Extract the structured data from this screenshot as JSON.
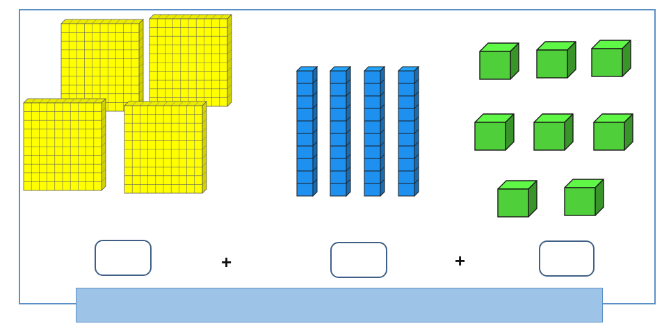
{
  "colors": {
    "frame": "#5b8fc7",
    "hundreds_flat": "#ffff00",
    "tens_rod": "#1e90f0",
    "ones_cube": "#4fcf3a",
    "answer_bar": "#9dc3e6"
  },
  "blocks": {
    "hundreds_count": 4,
    "tens_count": 4,
    "ones_count": 8
  },
  "operators": [
    "+",
    "+"
  ],
  "answers": {
    "hundreds": "",
    "tens": "",
    "ones": "",
    "total": ""
  }
}
